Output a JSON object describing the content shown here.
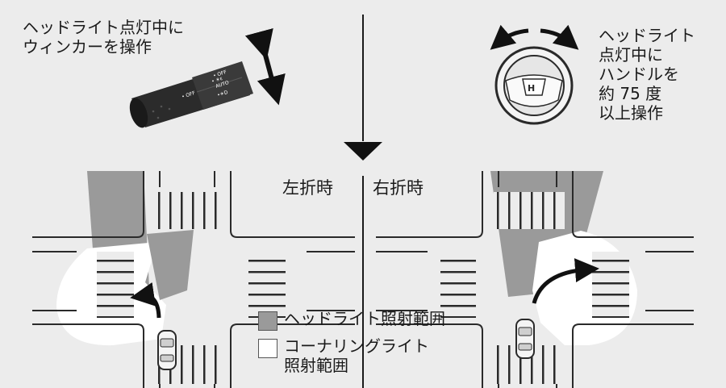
{
  "condition_left": "ヘッドライト点灯中に\nウィンカーを操作",
  "condition_right": "ヘッドライト\n点灯中に\nハンドルを\n約 75 度\n以上操作",
  "label_left_turn": "左折時",
  "label_right_turn": "右折時",
  "lever_text": {
    "off": "• OFF",
    "auto": "AUTO",
    "park": "• ☀ε",
    "off_small": "• OFF",
    "light": "•☀D"
  },
  "legend": [
    {
      "label": "ヘッドライト照射範囲",
      "color": "#9a9a9a"
    },
    {
      "label": "コーナリングライト\n照射範囲",
      "color": "#ffffff"
    }
  ],
  "colors": {
    "background": "#ececec",
    "road_line": "#2a2a2a",
    "headlight_beam": "#9a9a9a",
    "cornering_beam": "#ffffff"
  }
}
